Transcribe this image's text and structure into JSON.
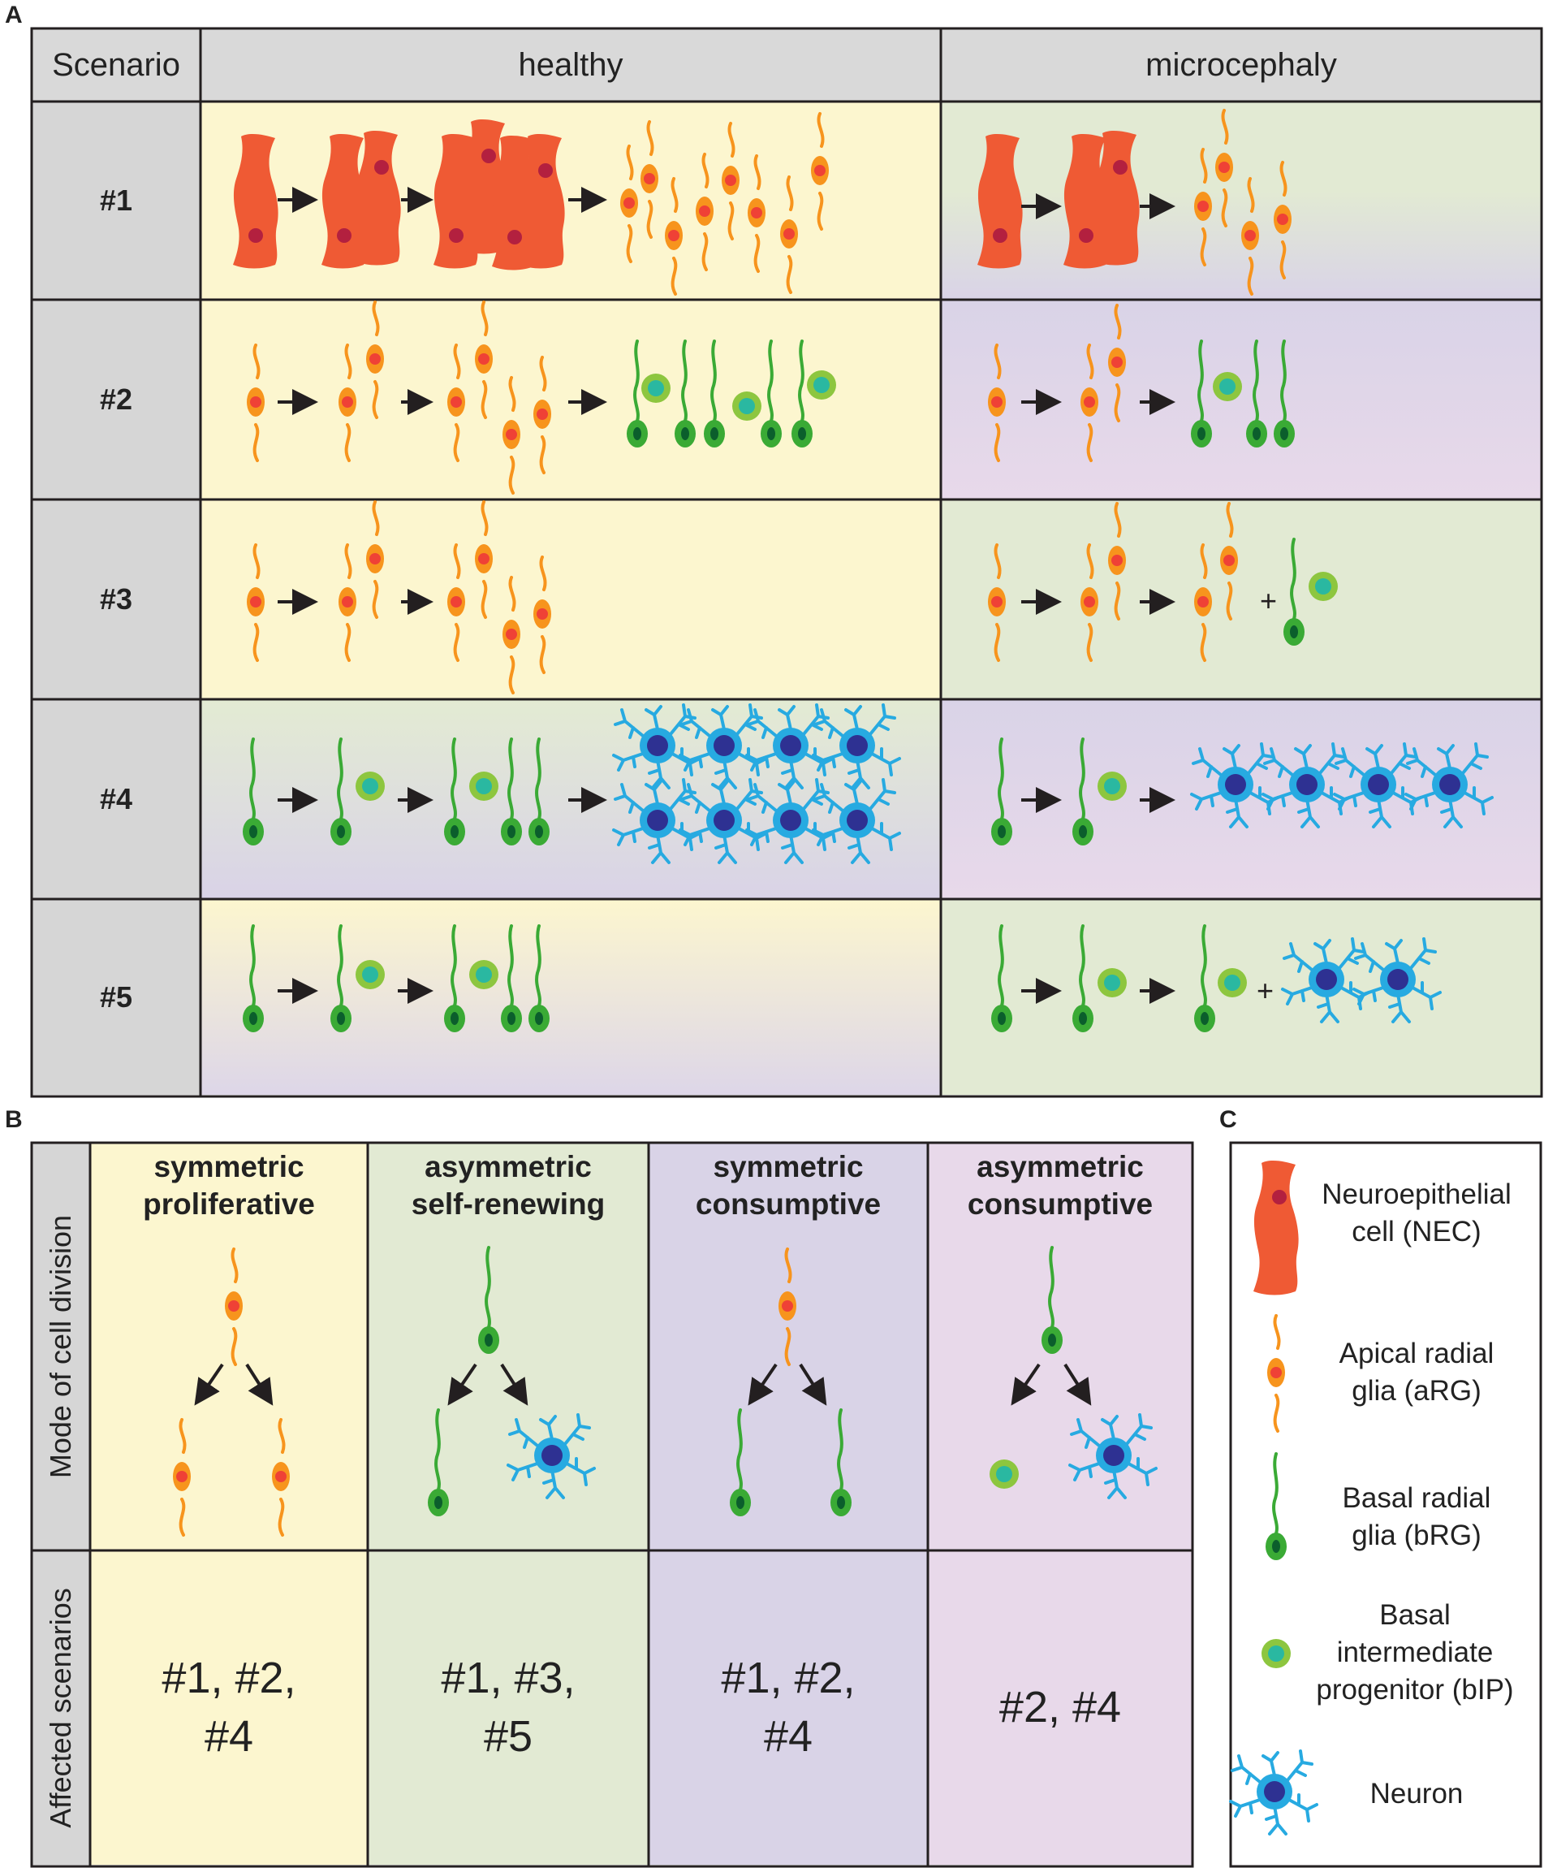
{
  "panel_a": {
    "letter": "A",
    "col_headers": {
      "scenario": "Scenario",
      "healthy": "healthy",
      "microcephaly": "microcephaly"
    },
    "rows": [
      "#1",
      "#2",
      "#3",
      "#4",
      "#5"
    ]
  },
  "panel_b": {
    "letter": "B",
    "row_labels": {
      "mode": "Mode of cell division",
      "affected": "Affected scenarios"
    },
    "modes": [
      {
        "line1": "symmetric",
        "line2": "proliferative",
        "affected_line1": "#1, #2,",
        "affected_line2": "#4",
        "color": "#fcf6cf"
      },
      {
        "line1": "asymmetric",
        "line2": "self-renewing",
        "affected_line1": "#1, #3,",
        "affected_line2": "#5",
        "color": "#e2ead3"
      },
      {
        "line1": "symmetric",
        "line2": "consumptive",
        "affected_line1": "#1, #2,",
        "affected_line2": "#4",
        "color": "#d9d3e7"
      },
      {
        "line1": "asymmetric",
        "line2": "consumptive",
        "affected_line1": "#2, #4",
        "affected_line2": "",
        "color": "#e8d9ea"
      }
    ]
  },
  "panel_c": {
    "letter": "C",
    "legend": [
      {
        "icon": "neuroepithelial-cell-icon",
        "line1": "Neuroepithelial",
        "line2": "cell (NEC)",
        "line3": "",
        "color": "#ef5a34"
      },
      {
        "icon": "apical-radial-glia-icon",
        "line1": "Apical radial",
        "line2": "glia (aRG)",
        "line3": "",
        "color": "#f7941d"
      },
      {
        "icon": "basal-radial-glia-icon",
        "line1": "Basal radial",
        "line2": "glia (bRG)",
        "line3": "",
        "color": "#3aaa35"
      },
      {
        "icon": "basal-intermediate-progenitor-icon",
        "line1": "Basal",
        "line2": "intermediate",
        "line3": "progenitor (bIP)",
        "color": "#8dc63f"
      },
      {
        "icon": "neuron-icon",
        "line1": "Neuron",
        "line2": "",
        "line3": "",
        "color": "#27aae1"
      }
    ]
  },
  "plus_sign": "+"
}
